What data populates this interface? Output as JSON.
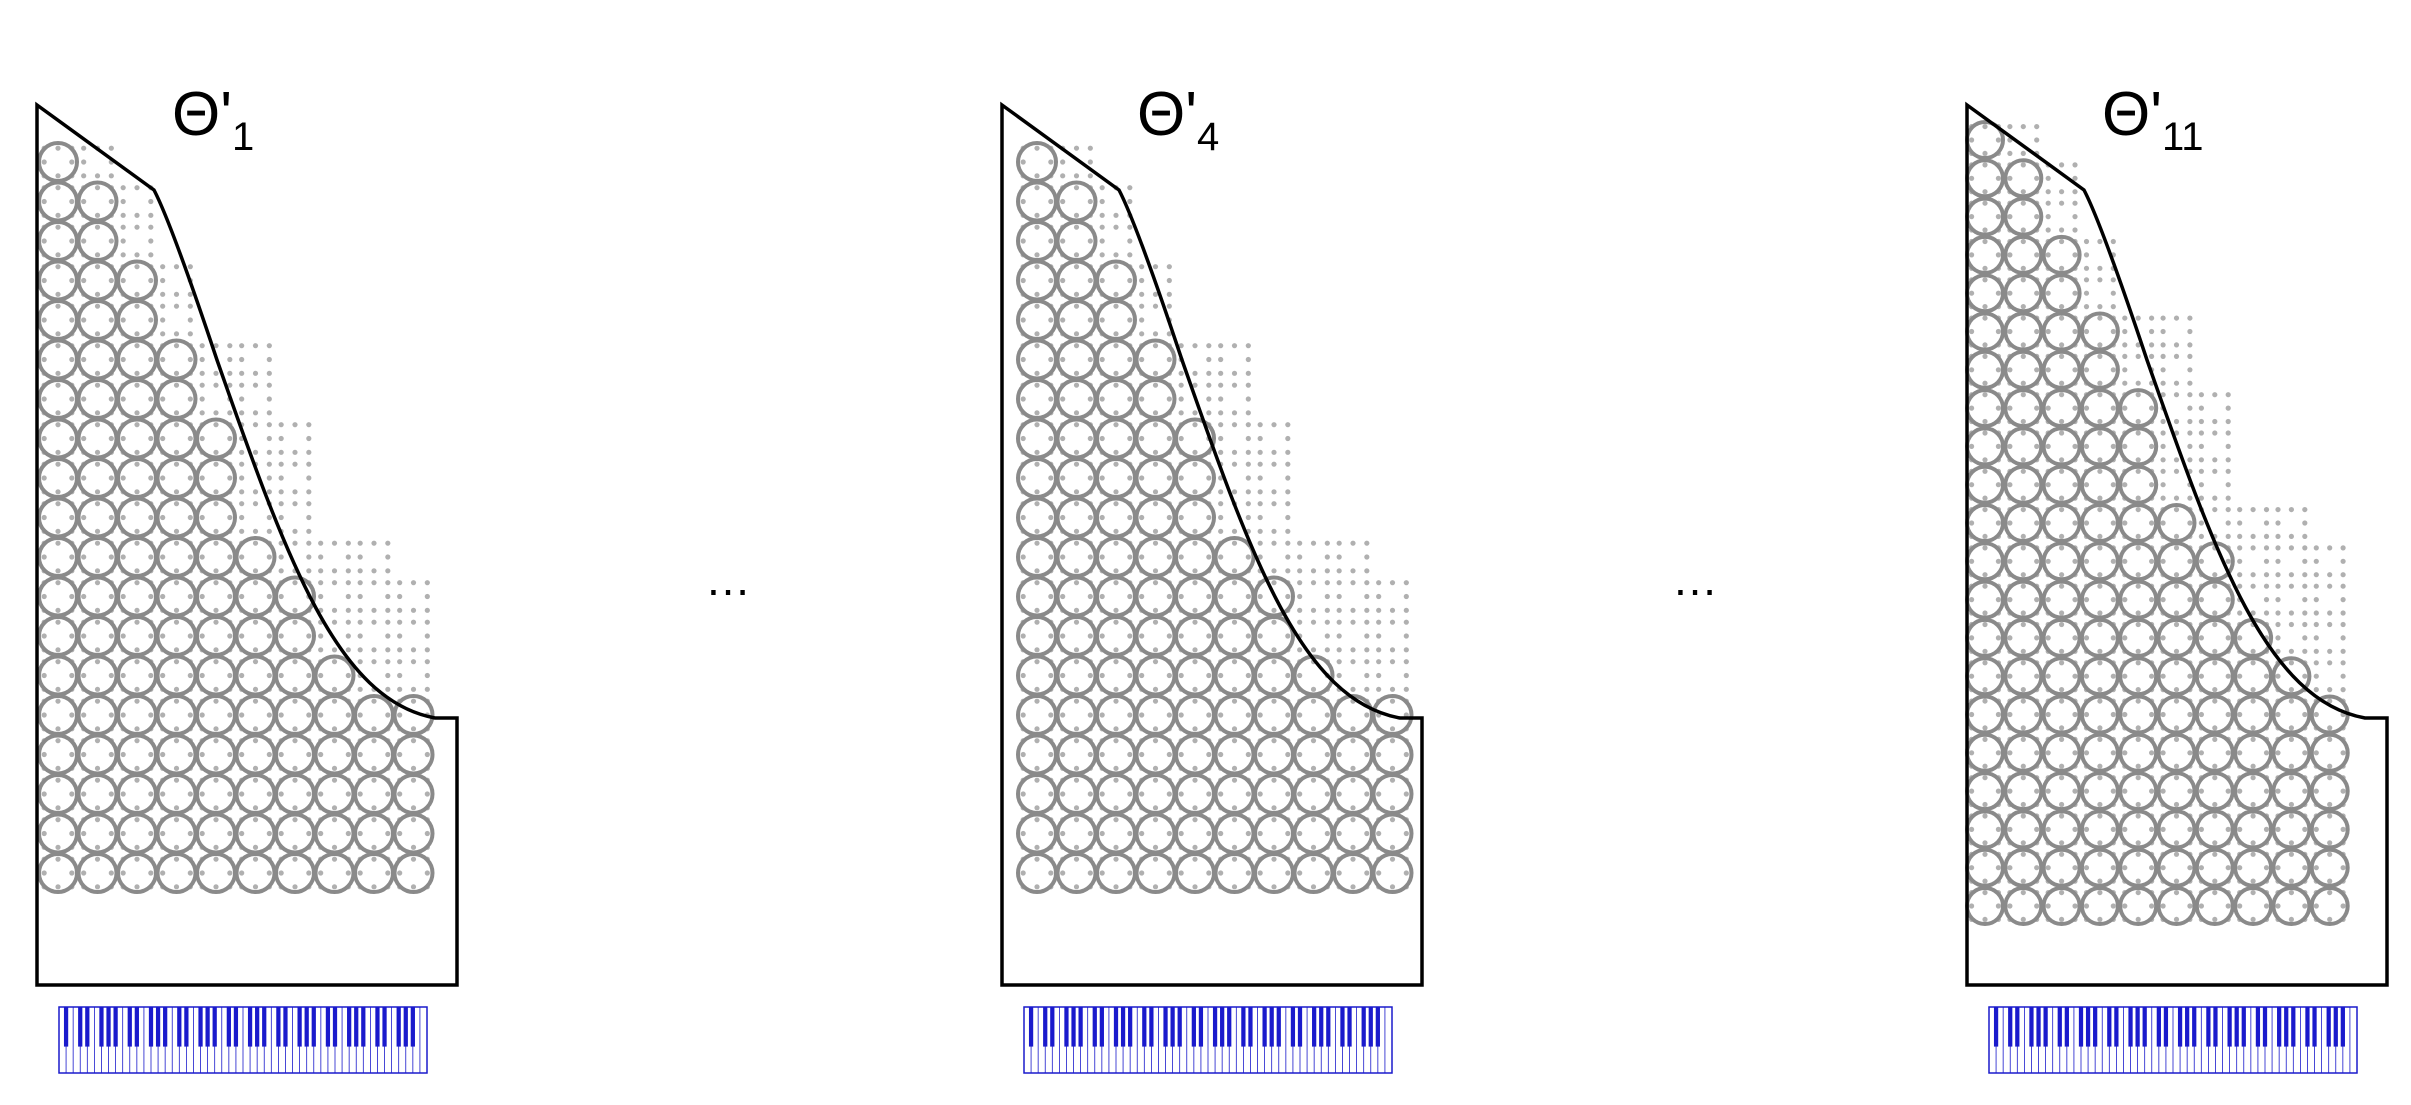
{
  "panels": [
    {
      "label": "Θ'",
      "subscript": "1"
    },
    {
      "label": "Θ'",
      "subscript": "4"
    },
    {
      "label": "Θ'",
      "subscript": "11"
    }
  ],
  "separators": [
    "…",
    "…"
  ],
  "colors": {
    "outline": "#000000",
    "circle": "#8a8a8a",
    "dot": "#b0b0b0",
    "keyboard": "#1a1acc"
  }
}
